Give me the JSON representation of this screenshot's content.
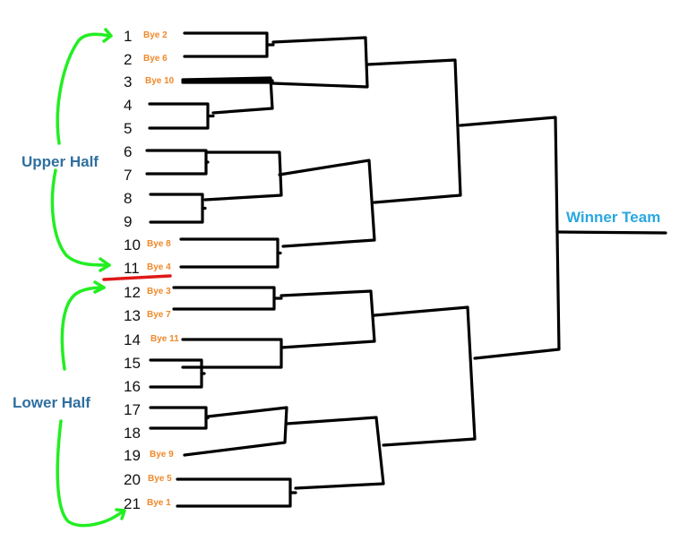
{
  "bracket": {
    "teams": [
      {
        "number": "1",
        "bye": "Bye 2"
      },
      {
        "number": "2",
        "bye": "Bye 6"
      },
      {
        "number": "3",
        "bye": "Bye 10"
      },
      {
        "number": "4",
        "bye": ""
      },
      {
        "number": "5",
        "bye": ""
      },
      {
        "number": "6",
        "bye": ""
      },
      {
        "number": "7",
        "bye": ""
      },
      {
        "number": "8",
        "bye": ""
      },
      {
        "number": "9",
        "bye": ""
      },
      {
        "number": "10",
        "bye": "Bye 8"
      },
      {
        "number": "11",
        "bye": "Bye 4"
      },
      {
        "number": "12",
        "bye": "Bye 3"
      },
      {
        "number": "13",
        "bye": "Bye 7"
      },
      {
        "number": "14",
        "bye": "Bye 11"
      },
      {
        "number": "15",
        "bye": ""
      },
      {
        "number": "16",
        "bye": ""
      },
      {
        "number": "17",
        "bye": ""
      },
      {
        "number": "18",
        "bye": ""
      },
      {
        "number": "19",
        "bye": "Bye 9"
      },
      {
        "number": "20",
        "bye": "Bye 5"
      },
      {
        "number": "21",
        "bye": "Bye 1"
      }
    ],
    "upper_half_label": "Upper Half",
    "lower_half_label": "Lower Half",
    "winner_label": "Winner Team"
  },
  "colors": {
    "line": "#000000",
    "bye_text": "#f0882a",
    "half_label": "#2f6f9f",
    "winner_label": "#29a8e0",
    "arrow": "#22ee22",
    "divider": "#e01818"
  }
}
